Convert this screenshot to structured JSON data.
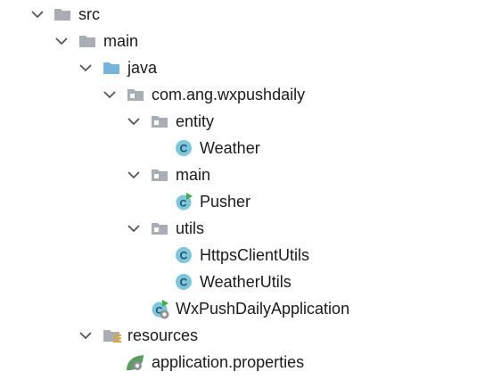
{
  "project_tree": {
    "nodes": [
      {
        "label": "src",
        "icon": "folder-icon",
        "expanded": true
      },
      {
        "label": "main",
        "icon": "folder-icon",
        "expanded": true
      },
      {
        "label": "java",
        "icon": "source-root-folder-icon",
        "expanded": true
      },
      {
        "label": "com.ang.wxpushdaily",
        "icon": "package-icon",
        "expanded": true
      },
      {
        "label": "entity",
        "icon": "package-icon",
        "expanded": true
      },
      {
        "label": "Weather",
        "icon": "class-icon"
      },
      {
        "label": "main",
        "icon": "package-icon",
        "expanded": true
      },
      {
        "label": "Pusher",
        "icon": "runnable-class-icon"
      },
      {
        "label": "utils",
        "icon": "package-icon",
        "expanded": true
      },
      {
        "label": "HttpsClientUtils",
        "icon": "class-icon"
      },
      {
        "label": "WeatherUtils",
        "icon": "class-icon"
      },
      {
        "label": "WxPushDailyApplication",
        "icon": "spring-boot-application-icon"
      },
      {
        "label": "resources",
        "icon": "resources-root-folder-icon",
        "expanded": true
      },
      {
        "label": "application.properties",
        "icon": "spring-properties-icon"
      }
    ]
  },
  "colors": {
    "folder": "#a9aeb4",
    "source_folder": "#76b4db",
    "class_circle": "#7fc6dd",
    "run_arrow": "#3fae49",
    "spring_leaf": "#5f9b62",
    "chevron": "#555555"
  }
}
